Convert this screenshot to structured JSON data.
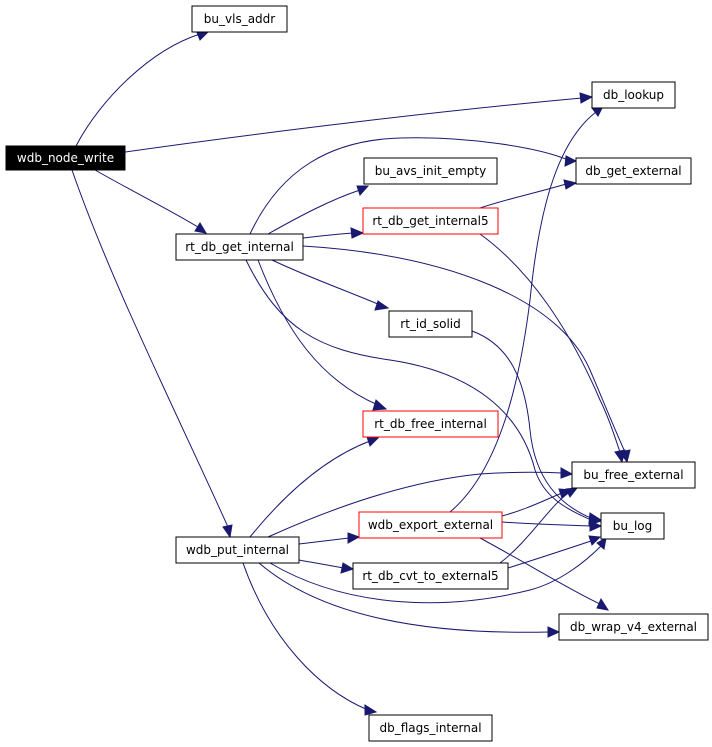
{
  "graph": {
    "nodes": [
      {
        "id": "wdb_node_write",
        "label": "wdb_node_write",
        "variant": "root"
      },
      {
        "id": "bu_vls_addr",
        "label": "bu_vls_addr",
        "variant": "normal"
      },
      {
        "id": "db_lookup",
        "label": "db_lookup",
        "variant": "normal"
      },
      {
        "id": "bu_avs_init_empty",
        "label": "bu_avs_init_empty",
        "variant": "normal"
      },
      {
        "id": "db_get_external",
        "label": "db_get_external",
        "variant": "normal"
      },
      {
        "id": "rt_db_get_internal",
        "label": "rt_db_get_internal",
        "variant": "normal"
      },
      {
        "id": "rt_db_get_internal5",
        "label": "rt_db_get_internal5",
        "variant": "truncated"
      },
      {
        "id": "rt_id_solid",
        "label": "rt_id_solid",
        "variant": "normal"
      },
      {
        "id": "rt_db_free_internal",
        "label": "rt_db_free_internal",
        "variant": "truncated"
      },
      {
        "id": "bu_free_external",
        "label": "bu_free_external",
        "variant": "normal"
      },
      {
        "id": "wdb_export_external",
        "label": "wdb_export_external",
        "variant": "truncated"
      },
      {
        "id": "bu_log",
        "label": "bu_log",
        "variant": "normal"
      },
      {
        "id": "wdb_put_internal",
        "label": "wdb_put_internal",
        "variant": "normal"
      },
      {
        "id": "rt_db_cvt_to_external5",
        "label": "rt_db_cvt_to_external5",
        "variant": "normal"
      },
      {
        "id": "db_wrap_v4_external",
        "label": "db_wrap_v4_external",
        "variant": "normal"
      },
      {
        "id": "db_flags_internal",
        "label": "db_flags_internal",
        "variant": "normal"
      }
    ],
    "edges": [
      {
        "from": "wdb_node_write",
        "to": "bu_vls_addr"
      },
      {
        "from": "wdb_node_write",
        "to": "db_lookup"
      },
      {
        "from": "wdb_node_write",
        "to": "rt_db_get_internal"
      },
      {
        "from": "wdb_node_write",
        "to": "wdb_put_internal"
      },
      {
        "from": "rt_db_get_internal",
        "to": "db_get_external"
      },
      {
        "from": "rt_db_get_internal",
        "to": "bu_avs_init_empty"
      },
      {
        "from": "rt_db_get_internal",
        "to": "rt_db_get_internal5"
      },
      {
        "from": "rt_db_get_internal",
        "to": "rt_id_solid"
      },
      {
        "from": "rt_db_get_internal",
        "to": "rt_db_free_internal"
      },
      {
        "from": "rt_db_get_internal",
        "to": "bu_free_external"
      },
      {
        "from": "rt_db_get_internal",
        "to": "bu_log"
      },
      {
        "from": "rt_db_get_internal5",
        "to": "db_get_external"
      },
      {
        "from": "rt_db_get_internal5",
        "to": "bu_free_external"
      },
      {
        "from": "rt_id_solid",
        "to": "bu_log"
      },
      {
        "from": "wdb_put_internal",
        "to": "rt_db_free_internal"
      },
      {
        "from": "wdb_put_internal",
        "to": "bu_free_external"
      },
      {
        "from": "wdb_put_internal",
        "to": "wdb_export_external"
      },
      {
        "from": "wdb_put_internal",
        "to": "rt_db_cvt_to_external5"
      },
      {
        "from": "wdb_put_internal",
        "to": "bu_log"
      },
      {
        "from": "wdb_put_internal",
        "to": "db_wrap_v4_external"
      },
      {
        "from": "wdb_put_internal",
        "to": "db_flags_internal"
      },
      {
        "from": "wdb_export_external",
        "to": "db_lookup"
      },
      {
        "from": "wdb_export_external",
        "to": "bu_free_external"
      },
      {
        "from": "wdb_export_external",
        "to": "bu_log"
      },
      {
        "from": "wdb_export_external",
        "to": "db_wrap_v4_external"
      },
      {
        "from": "rt_db_cvt_to_external5",
        "to": "bu_free_external"
      },
      {
        "from": "rt_db_cvt_to_external5",
        "to": "bu_log"
      }
    ]
  },
  "colors": {
    "edge": "#191970",
    "root_fill": "#000000",
    "root_text": "#ffffff",
    "node_fill": "#ffffff",
    "node_border": "#000000",
    "truncated_border": "#ff0000",
    "node_text": "#000000"
  }
}
